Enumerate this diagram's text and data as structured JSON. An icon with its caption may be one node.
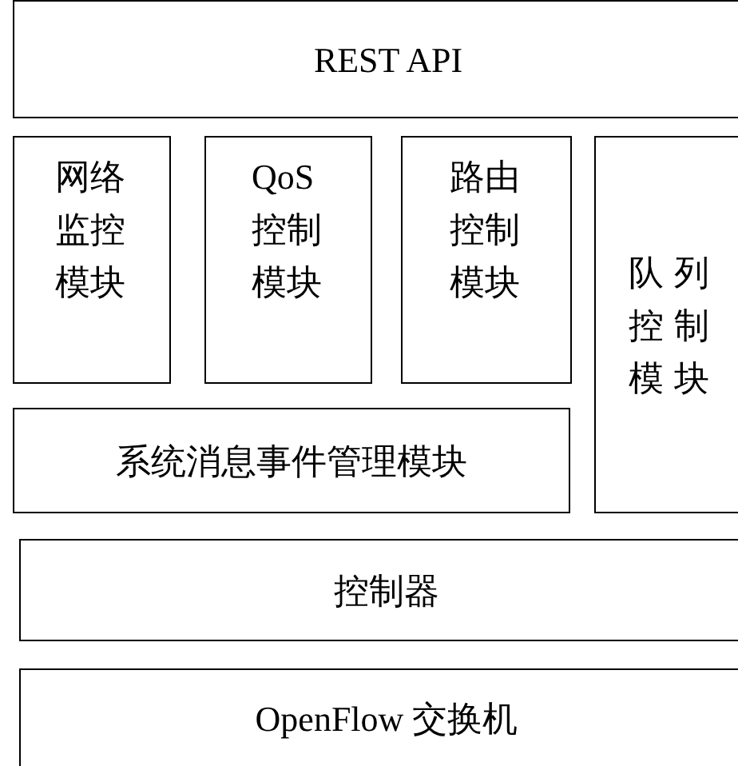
{
  "diagram": {
    "nodes": [
      {
        "text": [
          "REST API"
        ]
      },
      {
        "text": [
          "网络监控模块"
        ]
      },
      {
        "text": [
          "QoS控制模块"
        ]
      },
      {
        "text": [
          "路由控制模块"
        ]
      },
      {
        "text": [
          "队列控制模块"
        ]
      },
      {
        "text": [
          "系统消息事件管理模块"
        ]
      },
      {
        "text": [
          "控制器"
        ]
      },
      {
        "text": [
          "OpenFlow 交换机"
        ]
      }
    ]
  }
}
